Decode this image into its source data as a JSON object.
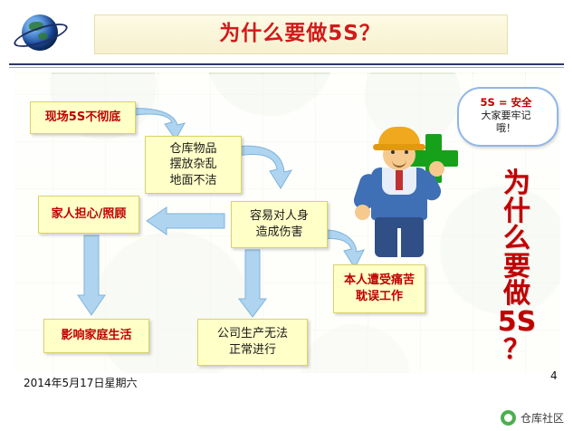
{
  "slide": {
    "title": "为什么要做5S？",
    "date": "2014年5月17日星期六",
    "page_number": "4",
    "watermark": "仓库社区",
    "accent_red": "#c00000",
    "box_fill": "#ffffc8",
    "arrow_blue": "#9ec9e8"
  },
  "logo": {
    "name": "globe-logo"
  },
  "boxes": [
    {
      "id": "b1",
      "lines": [
        "现场5S不彻底"
      ],
      "style": "red"
    },
    {
      "id": "b2",
      "lines": [
        "仓库物品",
        "摆放杂乱",
        "地面不洁"
      ],
      "style": "normal"
    },
    {
      "id": "b3",
      "lines": [
        "家人担心/照顾"
      ],
      "style": "red"
    },
    {
      "id": "b4",
      "lines": [
        "容易对人身",
        "造成伤害"
      ],
      "style": "normal"
    },
    {
      "id": "b5",
      "lines": [
        "本人遭受痛苦",
        "耽误工作"
      ],
      "style": "red"
    },
    {
      "id": "b6",
      "lines": [
        "影响家庭生活"
      ],
      "style": "red"
    },
    {
      "id": "b7",
      "lines": [
        "公司生产无法",
        "正常进行"
      ],
      "style": "normal"
    }
  ],
  "callout": {
    "line1": "5S = 安全",
    "line2": "大家要牢记",
    "line3": "哦！"
  },
  "vertical_text": [
    "为",
    "什",
    "么",
    "要",
    "做",
    "5S",
    "？"
  ],
  "illustration": {
    "name": "worker-with-green-cross",
    "cross_color": "#17a11a",
    "helmet_color": "#f0a81e",
    "uniform_color": "#3f6fb5"
  },
  "arrows": [
    {
      "id": "a1",
      "from": "b1",
      "to": "b2",
      "direction": "down-right"
    },
    {
      "id": "a2",
      "from": "b2",
      "to": "b4",
      "direction": "down-right"
    },
    {
      "id": "a3",
      "from": "b4",
      "to": "b3",
      "direction": "left"
    },
    {
      "id": "a4",
      "from": "b3",
      "to": "b6",
      "direction": "down"
    },
    {
      "id": "a5",
      "from": "b4",
      "to": "b7",
      "direction": "down"
    },
    {
      "id": "a6",
      "from": "b4",
      "to": "b5",
      "direction": "down-right"
    }
  ]
}
